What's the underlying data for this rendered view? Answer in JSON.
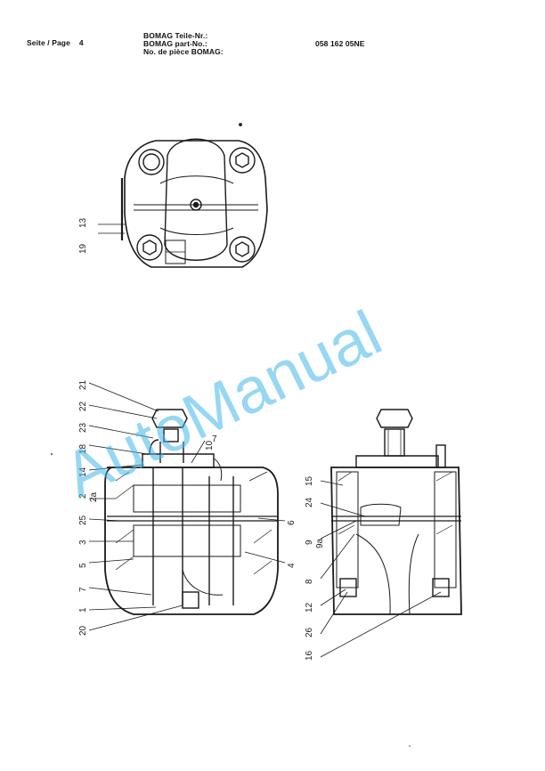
{
  "header": {
    "page_label": "Seite / Page",
    "page_number": "4",
    "part_label_de": "BOMAG Teile-Nr.:",
    "part_label_en": "BOMAG part-No.:",
    "part_label_fr": "No. de pièce BOMAG:",
    "part_number": "058 162 05NE"
  },
  "top_view_callouts": [
    "13",
    "19"
  ],
  "left_section_callouts": [
    "21",
    "22",
    "23",
    "18",
    "14",
    "2",
    "2a",
    "25",
    "3",
    "5",
    "7",
    "1",
    "20",
    "10",
    "6",
    "4"
  ],
  "right_section_callouts": [
    "15",
    "24",
    "9",
    "9a",
    "8",
    "12",
    "26",
    "16"
  ],
  "watermark": "AutoManual",
  "colors": {
    "ink": "#1a1a1a",
    "watermark": "#3fb6ea"
  }
}
